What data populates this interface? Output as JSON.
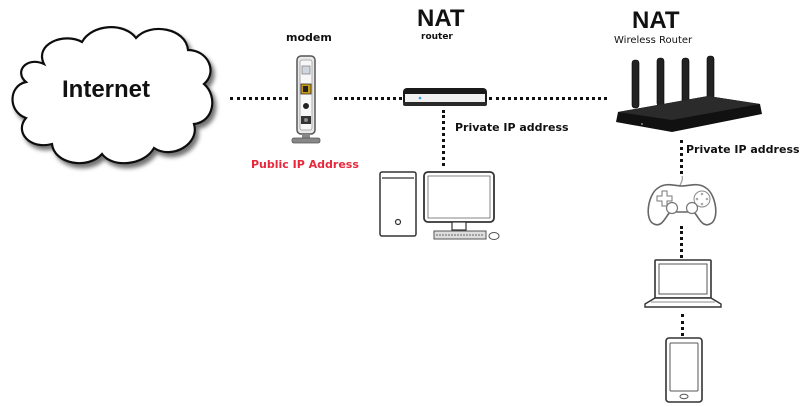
{
  "diagram": {
    "nodes": {
      "internet": {
        "label": "Internet",
        "icon": "cloud-icon"
      },
      "modem": {
        "label": "modem",
        "sublabel": "Public IP Address",
        "icon": "modem-icon"
      },
      "nat_router": {
        "title": "NAT",
        "label": "router",
        "sublabel": "Private IP address",
        "icon": "router-icon"
      },
      "nat_wireless_router": {
        "title": "NAT",
        "label": "Wireless Router",
        "sublabel": "Private IP address",
        "icon": "wireless-router-icon"
      },
      "desktop": {
        "icon": "desktop-computer-icon"
      },
      "game_controller": {
        "icon": "game-controller-icon"
      },
      "laptop": {
        "icon": "laptop-icon"
      },
      "smartphone": {
        "icon": "smartphone-icon"
      }
    },
    "connections": [
      {
        "from": "internet",
        "to": "modem",
        "style": "dotted"
      },
      {
        "from": "modem",
        "to": "nat_router",
        "style": "dotted"
      },
      {
        "from": "nat_router",
        "to": "nat_wireless_router",
        "style": "dotted"
      },
      {
        "from": "nat_router",
        "to": "desktop",
        "style": "dotted"
      },
      {
        "from": "nat_wireless_router",
        "to": "game_controller",
        "style": "dotted"
      },
      {
        "from": "game_controller",
        "to": "laptop",
        "style": "dotted"
      },
      {
        "from": "laptop",
        "to": "smartphone",
        "style": "dotted"
      }
    ],
    "colors": {
      "public_ip": "#e8283c",
      "line": "#111111"
    }
  }
}
